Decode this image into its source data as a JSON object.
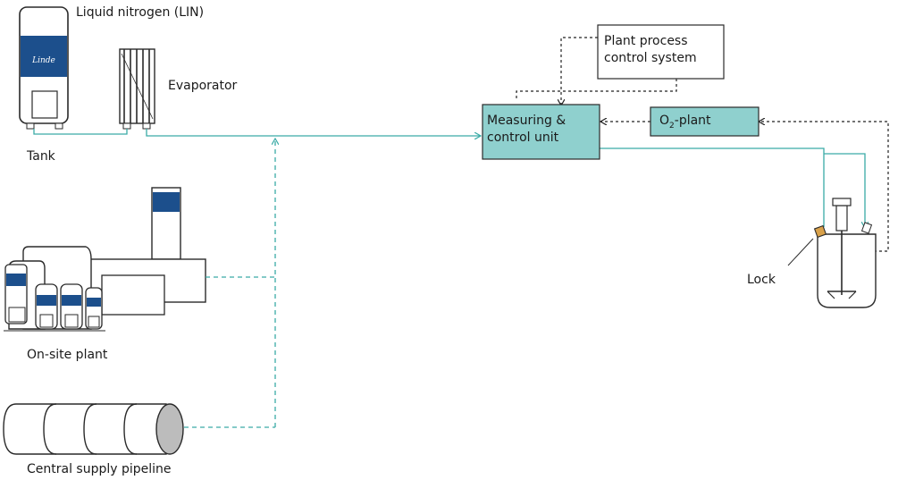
{
  "colors": {
    "teal_line": "#3aaba6",
    "teal_fill": "#8fd0ce",
    "linde_blue": "#1c4f8c",
    "outline": "#2a2a2a",
    "pipeline_end": "#bcbcbc"
  },
  "labels": {
    "lin": "Liquid nitrogen (LIN)",
    "evaporator": "Evaporator",
    "tank": "Tank",
    "onsite": "On-site plant",
    "pipeline": "Central supply pipeline",
    "lock": "Lock"
  },
  "boxes": {
    "plant_control": [
      "Plant process",
      "control system"
    ],
    "measuring": [
      "Measuring &",
      "control unit"
    ],
    "o2_prefix": "O",
    "o2_sub": "2",
    "o2_suffix": "-plant"
  },
  "logo_text": "Linde"
}
